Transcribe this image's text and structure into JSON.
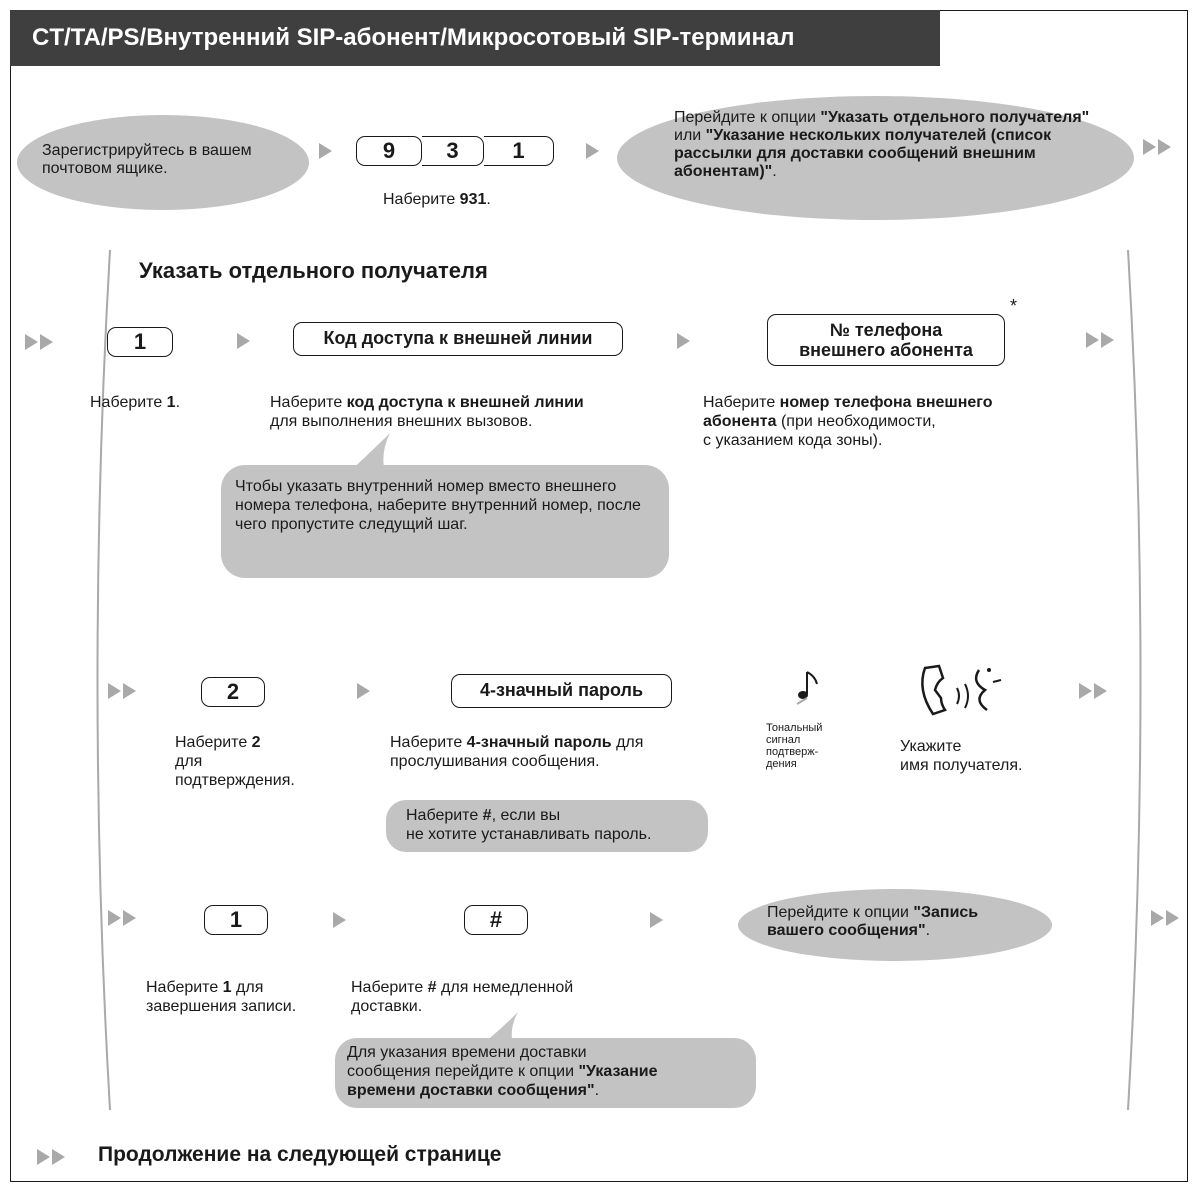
{
  "header": {
    "title": "CT/TA/PS/Внутренний SIP-абонент/Микросотовый SIP-терминал"
  },
  "top_row": {
    "login_text": "Зарегистрируйтесь в вашем почтовом ящике.",
    "keys": [
      "9",
      "3",
      "1"
    ],
    "dial_caption_pre": "Наберите ",
    "dial_caption_bold": "931",
    "dial_caption_post": ".",
    "go_to_pre": "Перейдите к опции ",
    "go_to_bold_1": "\"Указать отдельного получателя\"",
    "go_to_mid": " или ",
    "go_to_bold_2": "\"Указание нескольких получателей (список рассылки для доставки сообщений внешним абонентам)\"",
    "go_to_post": "."
  },
  "section": {
    "title": "Указать отдельного получателя",
    "row1": {
      "key1": "1",
      "key1_caption_pre": "Наберите ",
      "key1_caption_bold": "1",
      "key1_caption_post": ".",
      "access_code_label": "Код доступа к внешней линии",
      "access_caption_pre": "Наберите ",
      "access_caption_bold": "код доступа к внешней линии",
      "access_caption_post": "для выполнения внешних вызовов.",
      "phone_label_line1": "№ телефона",
      "phone_label_line2": "внешнего абонента",
      "asterisk": "*",
      "phone_caption_pre": "Наберите ",
      "phone_caption_bold1": "номер телефона внешнего",
      "phone_caption_bold2": "абонента",
      "phone_caption_post1": " (при необходимости,",
      "phone_caption_post2": "с указанием кода зоны).",
      "note": "Чтобы указать внутренний номер вместо внешнего номера телефона, наберите внутренний номер, после чего пропустите следущий шаг."
    },
    "row2": {
      "key2": "2",
      "key2_caption_pre": "Наберите ",
      "key2_caption_bold": "2",
      "key2_caption_l2": "для",
      "key2_caption_l3": "подтверждения.",
      "password_label": "4-значный пароль",
      "password_caption_pre": "Наберите ",
      "password_caption_bold": "4-значный пароль",
      "password_caption_post1": " для",
      "password_caption_post2": "прослушивания сообщения.",
      "password_note_pre": "Наберите ",
      "password_note_bold": "#",
      "password_note_post": ", если вы",
      "password_note_l2": "не хотите устанавливать пароль.",
      "tone_caption": [
        "Тональный",
        "сигнал",
        "подтверж-",
        "дения"
      ],
      "speak_caption": [
        "Укажите",
        "имя получателя."
      ]
    },
    "row3": {
      "key1": "1",
      "key1_caption_pre": "Наберите ",
      "key1_caption_bold": "1",
      "key1_caption_post": " для",
      "key1_caption_l2": "завершения записи.",
      "hash": "#",
      "hash_caption_pre": "Наберите ",
      "hash_caption_bold": "#",
      "hash_caption_post": " для немедленной",
      "hash_caption_l2": "доставки.",
      "record_pre": "Перейдите к опции ",
      "record_bold1": "\"Запись",
      "record_bold2": "вашего сообщения\"",
      "record_post": ".",
      "delivery_note_l1": "Для указания времени доставки",
      "delivery_note_l2_pre": "сообщения перейдите к опции ",
      "delivery_note_l2_bold": "\"Указание",
      "delivery_note_l3_bold": "времени доставки сообщения\"",
      "delivery_note_l3_post": "."
    }
  },
  "footer": {
    "continue_text": "Продолжение на следующей странице"
  },
  "colors": {
    "header_bg": "#3f3f3f",
    "bubble": "#c3c3c3",
    "arrow": "#a9a9a9"
  },
  "icons": [
    "arrow-right-icon",
    "double-arrow-icon",
    "tone-note-icon",
    "handset-speaking-icon"
  ]
}
